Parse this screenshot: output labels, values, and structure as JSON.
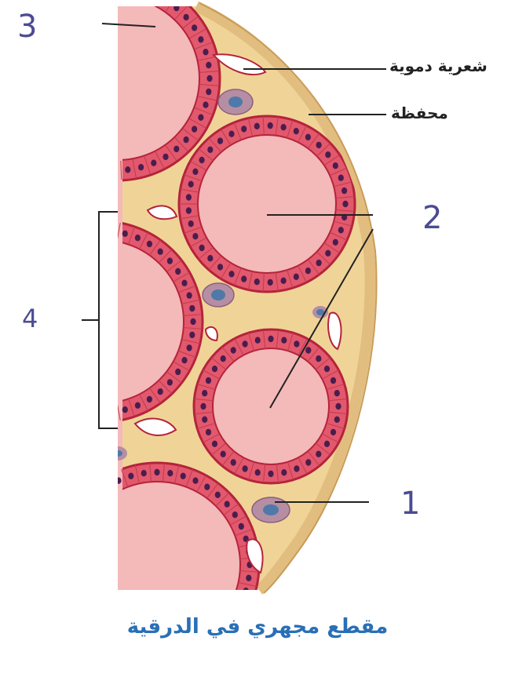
{
  "labels": {
    "n1": "1",
    "n2": "2",
    "n3": "3",
    "n4": "4",
    "capillary": "شعرية دموية",
    "capsule": "محفظة"
  },
  "caption": "مقطع مجهري في الدرقية",
  "colors": {
    "colloid": "#f4b9b9",
    "cell": "#e2586c",
    "cell_border": "#b4233b",
    "nucleus": "#4a1d4f",
    "stroma": "#f0d497",
    "capsule": "#e7c48a",
    "parafollicular": "#b58ea4",
    "label_number": "#4b4b93",
    "caption": "#2a6fb6"
  }
}
